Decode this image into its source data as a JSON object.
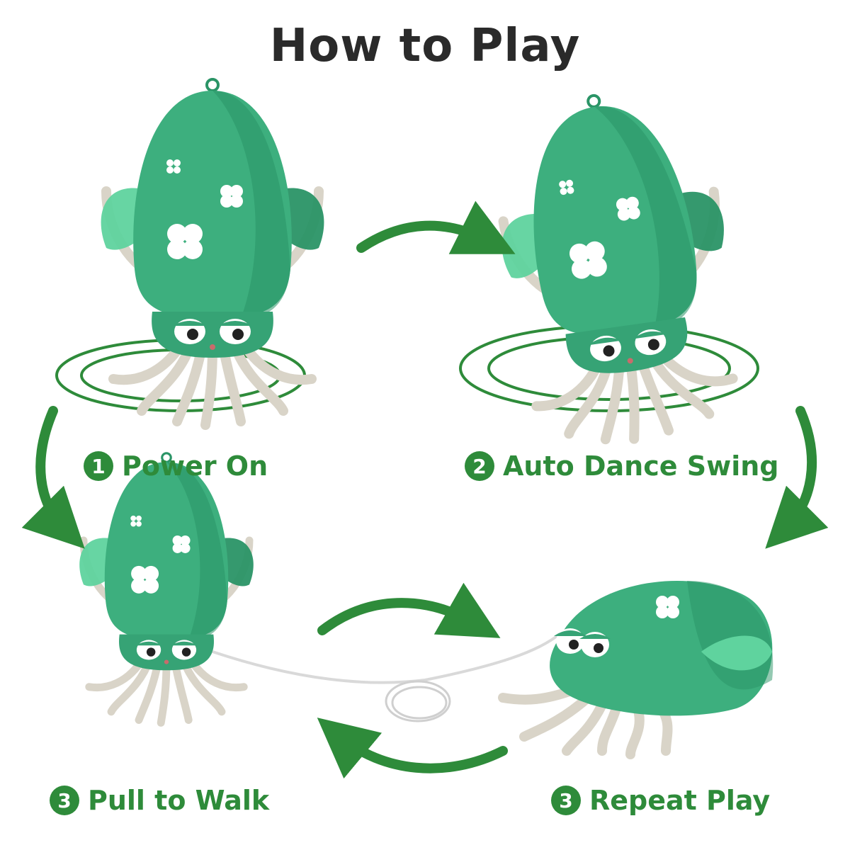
{
  "title": "How to Play",
  "colors": {
    "accent": "#2e8b3a",
    "toy_body": "#3daf7e",
    "toy_body_shade": "#2a9466",
    "fin": "#5fd39e",
    "tentacle": "#d9d4c8",
    "title_text": "#2a2a2a"
  },
  "steps": [
    {
      "number": "1",
      "label": "Power On"
    },
    {
      "number": "2",
      "label": "Auto Dance Swing"
    },
    {
      "number": "3",
      "label": "Pull to Walk"
    },
    {
      "number": "3",
      "label": "Repeat Play"
    }
  ],
  "icons": {
    "squid": "squid-toy-icon",
    "arrow": "curved-arrow-icon",
    "clover": "clover-icon"
  }
}
